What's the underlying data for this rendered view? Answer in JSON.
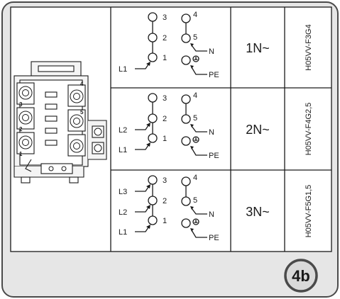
{
  "table": {
    "rows": [
      {
        "terminals": {
          "t1": "1",
          "t2": "2",
          "t3": "3",
          "t4": "4",
          "t5": "5",
          "inputs": [
            "L1"
          ],
          "neutral": "N",
          "earth": "PE"
        },
        "connection": "1N~",
        "cable": "H05VV-F3G4"
      },
      {
        "terminals": {
          "t1": "1",
          "t2": "2",
          "t3": "3",
          "t4": "4",
          "t5": "5",
          "inputs": [
            "L2",
            "L1"
          ],
          "neutral": "N",
          "earth": "PE"
        },
        "connection": "2N~",
        "cable": "H05VV-F4G2,5"
      },
      {
        "terminals": {
          "t1": "1",
          "t2": "2",
          "t3": "3",
          "t4": "4",
          "t5": "5",
          "inputs": [
            "L3",
            "L2",
            "L1"
          ],
          "neutral": "N",
          "earth": "PE"
        },
        "connection": "3N~",
        "cable": "H05VV-F5G1,5"
      }
    ]
  },
  "terminal_block": {
    "labels": [
      "4",
      "3",
      "5",
      "2",
      "1"
    ]
  },
  "badge": "4b",
  "colors": {
    "panel": "#e6e6e6",
    "border": "#4a4a4a",
    "table_bg": "#ffffff",
    "badge_bg": "#d9d9d9",
    "ink": "#1a1a1a"
  }
}
